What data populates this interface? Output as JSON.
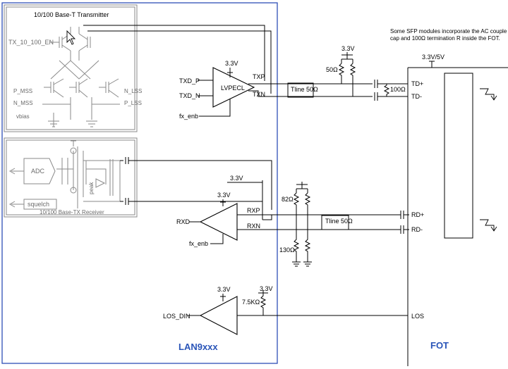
{
  "transmitter": {
    "title": "10/100 Base-T Transmitter",
    "tx_en": "TX_10_100_EN",
    "p_mss": "P_MSS",
    "n_mss": "N_MSS",
    "n_lss": "N_LSS",
    "p_lss": "P_LSS",
    "vbias": "vbias"
  },
  "receiver": {
    "title": "10/100 Base-TX Receiver",
    "adc": "ADC",
    "squelch": "squelch",
    "peak": "peak"
  },
  "tx_path": {
    "txd_p": "TXD_P",
    "txd_n": "TXD_N",
    "buffer": "LVPECL",
    "vcc": "3.3V",
    "fx_enb": "fx_enb",
    "txp": "TXP",
    "txn": "TXN",
    "tline": "Tline 50Ω",
    "pullup_vcc": "3.3V",
    "r_50": "50Ω",
    "r_100": "100Ω"
  },
  "rx_path": {
    "vcc_top": "3.3V",
    "rxd": "RXD",
    "vcc": "3.3V",
    "rxp": "RXP",
    "rxn": "RXN",
    "fx_enb": "fx_enb",
    "r_82": "82Ω",
    "r_130": "130Ω",
    "tline": "Tline 50Ω"
  },
  "los_path": {
    "vcc": "3.3V",
    "los_din": "LOS_DIN",
    "pullup_vcc": "3.3V",
    "r_75k": "7.5KΩ"
  },
  "fot": {
    "note_line1": "Some SFP modules incorporate the AC couple",
    "note_line2": "cap and 100Ω termination R inside the FOT.",
    "vcc": "3.3V/5V",
    "td_plus": "TD+",
    "td_minus": "TD-",
    "rd_plus": "RD+",
    "rd_minus": "RD-",
    "los": "LOS",
    "name": "FOT"
  },
  "chip_name": "LAN9xxx",
  "colors": {
    "chip_border": "#2e4fb6",
    "chip_label": "#2a55b8",
    "inner_block": "#8a8a8a"
  }
}
